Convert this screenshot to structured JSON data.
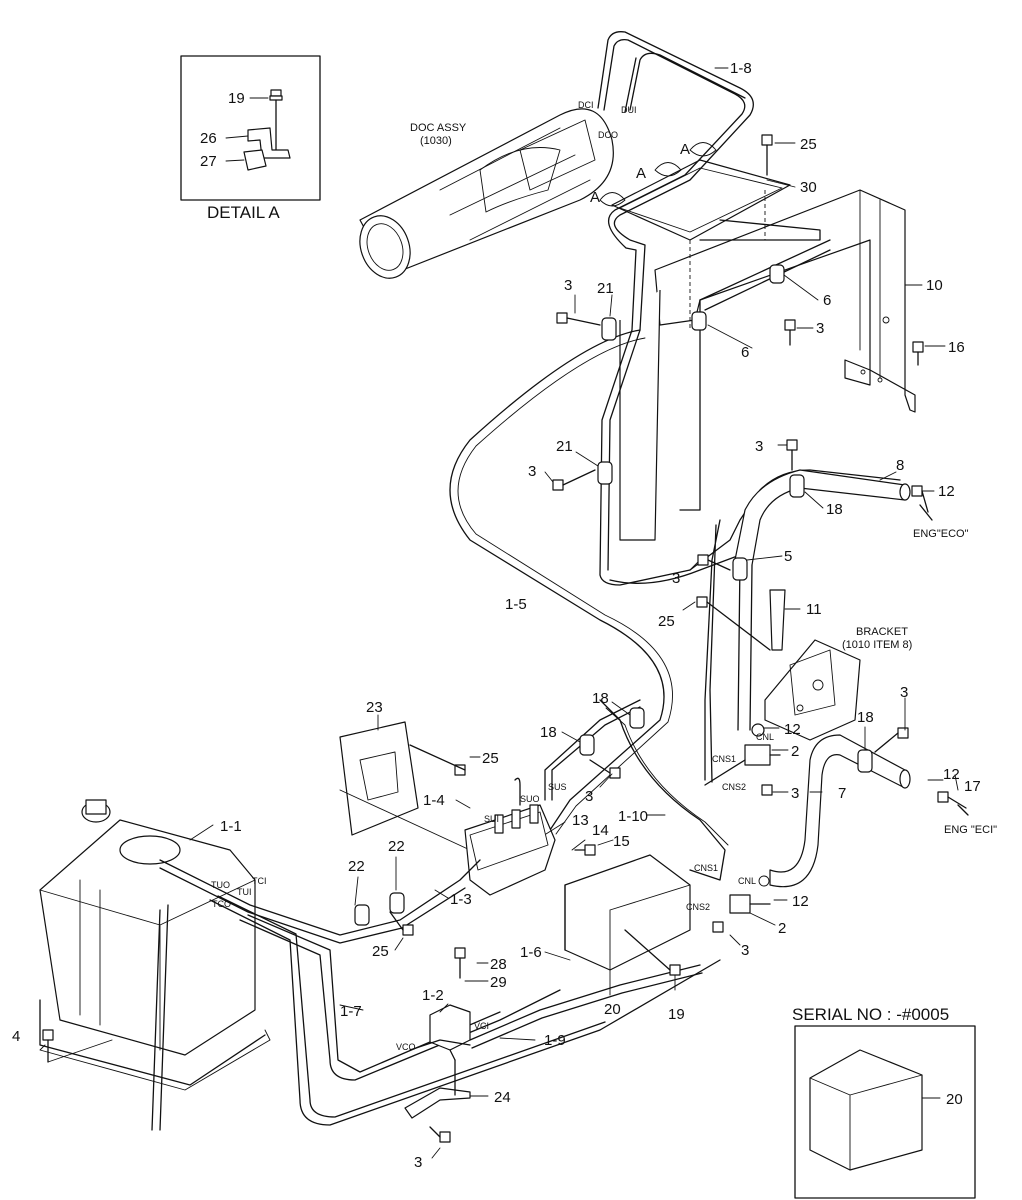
{
  "detail_a": {
    "title": "DETAIL A",
    "parts": [
      "19",
      "26",
      "27"
    ]
  },
  "doc_assy": {
    "line1": "DOC ASSY",
    "line2": "(1030)"
  },
  "bracket_note": {
    "line1": "BRACKET",
    "line2": "(1010 ITEM 8)"
  },
  "serial_inset": {
    "title": "SERIAL NO : -#0005",
    "part": "20"
  },
  "engine_labels": {
    "eco": "ENG\"ECO\"",
    "eci": "ENG \"ECI\""
  },
  "view_markers": [
    "A",
    "A",
    "A"
  ],
  "port_labels": {
    "dci": "DCI",
    "dui": "DUI",
    "dco": "DCO",
    "sus": "SUS",
    "suo": "SUO",
    "sui": "SUI",
    "cnl_top": "CNL",
    "cns1_top": "CNS1",
    "cns2_top": "CNS2",
    "cns1_low": "CNS1",
    "cnl_low": "CNL",
    "cns2_low": "CNS2",
    "tuo": "TUO",
    "tci": "TCI",
    "tui": "TUI",
    "tco": "TCO",
    "vco": "VCO",
    "vci": "VCI"
  },
  "callouts": {
    "c1_8": "1-8",
    "c25a": "25",
    "c30": "30",
    "c10": "10",
    "c6a": "6",
    "c6b": "6",
    "c3a": "3",
    "c21a": "21",
    "c3b": "3",
    "c16": "16",
    "c21b": "21",
    "c3c": "3",
    "c3d": "3",
    "c8": "8",
    "c12a": "12",
    "c18a": "18",
    "c5": "5",
    "c3e": "3",
    "c1_5": "1-5",
    "c25b": "25",
    "c11": "11",
    "c23": "23",
    "c18b": "18",
    "c18c": "18",
    "c25c": "25",
    "c3f": "3",
    "c12b": "12",
    "c2a": "2",
    "c3g": "3",
    "c18d": "18",
    "c3h": "3",
    "c7": "7",
    "c12c": "12",
    "c17": "17",
    "c1_4": "1-4",
    "c13": "13",
    "c14": "14",
    "c1_10": "1-10",
    "c15": "15",
    "c1_1": "1-1",
    "c22a": "22",
    "c22b": "22",
    "c1_3": "1-3",
    "c12d": "12",
    "c2b": "2",
    "c3i": "3",
    "c25d": "25",
    "c1_6": "1-6",
    "c28": "28",
    "c29": "29",
    "c1_2": "1-2",
    "c1_7": "1-7",
    "c20": "20",
    "c19": "19",
    "c1_9": "1-9",
    "c4": "4",
    "c24": "24",
    "c3j": "3"
  }
}
